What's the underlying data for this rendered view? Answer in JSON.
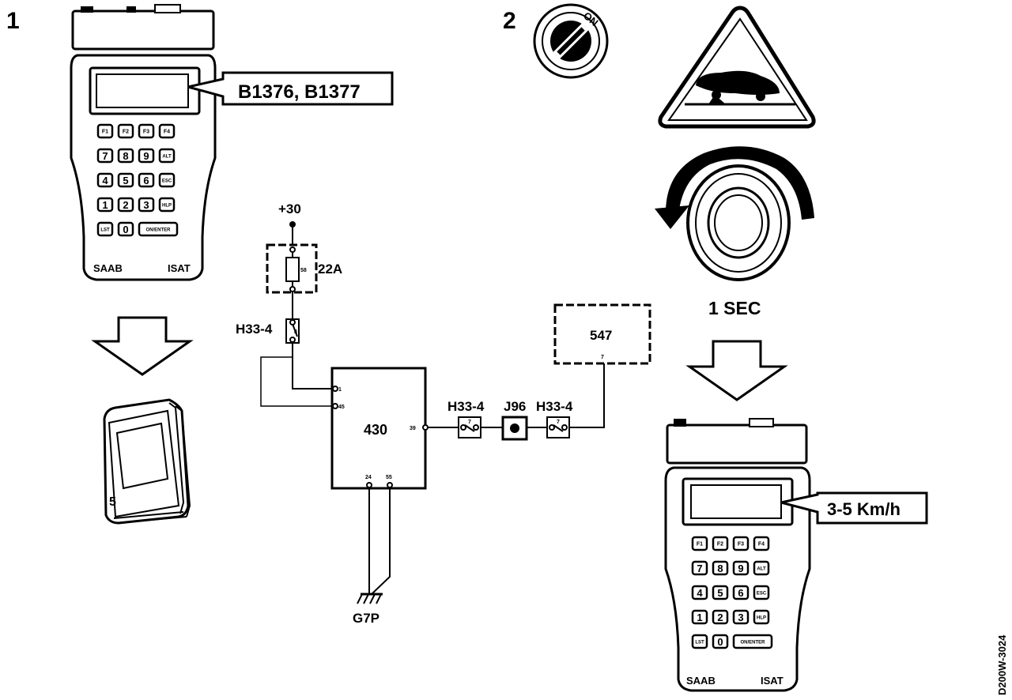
{
  "steps": {
    "one": "1",
    "two": "2"
  },
  "tester_left": {
    "callout": "B1376, B1377",
    "brand": "SAAB",
    "model": "ISAT",
    "keys": [
      "F1",
      "F2",
      "F3",
      "F4",
      "7",
      "8",
      "9",
      "ALT",
      "4",
      "5",
      "6",
      "ESC",
      "1",
      "2",
      "3",
      "HLP",
      "LST",
      "0",
      "ON/ENTER"
    ]
  },
  "tester_right": {
    "callout": "3-5 Km/h",
    "brand": "SAAB",
    "model": "ISAT",
    "keys": [
      "F1",
      "F2",
      "F3",
      "F4",
      "7",
      "8",
      "9",
      "ALT",
      "4",
      "5",
      "6",
      "ESC",
      "1",
      "2",
      "3",
      "HLP",
      "LST",
      "0",
      "ON/ENTER"
    ]
  },
  "manual_label": "5",
  "ignition_label": "ON",
  "wheel_spin_label": "1 SEC",
  "circuit": {
    "supply": "+30",
    "fuse_label": "22A",
    "fuse_pin": "58",
    "connector_left": "H33-4",
    "connector_left_pin": "8",
    "ecu_label": "430",
    "ecu_pin_1": "1",
    "ecu_pin_2": "45",
    "ecu_pin_3": "39",
    "ecu_pin_4": "24",
    "ecu_pin_5": "55",
    "conn_mid_a": "H33-4",
    "conn_mid_a_pin": "7",
    "junction_label": "J96",
    "conn_mid_b": "H33-4",
    "conn_mid_b_pin": "7",
    "component_label": "547",
    "component_pin": "7",
    "ground_label": "G7P"
  },
  "figure_code": "D200W-3024"
}
